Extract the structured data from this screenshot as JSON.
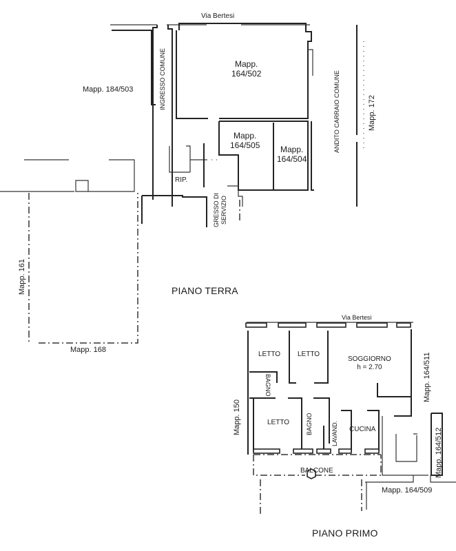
{
  "ground_floor": {
    "title": "PIANO TERRA",
    "street": "Via Bertesi",
    "labels": {
      "mapp_184_503": "Mapp. 184/503",
      "ingresso_comune": "INGRESSO COMUNE",
      "mapp_164_502_line1": "Mapp.",
      "mapp_164_502_line2": "164/502",
      "mapp_164_505_line1": "Mapp.",
      "mapp_164_505_line2": "164/505",
      "mapp_164_504_line1": "Mapp.",
      "mapp_164_504_line2": "164/504",
      "andito_carraio_comune": "ANDITO CARRAIO COMUNE",
      "mapp_172": "Mapp. 172",
      "rip": "RIP.",
      "ingresso_servizio_line1": "GRESSO DI",
      "ingresso_servizio_line2": "SERVIZIO",
      "mapp_161": "Mapp. 161",
      "mapp_168": "Mapp. 168"
    }
  },
  "first_floor": {
    "title": "PIANO PRIMO",
    "street": "Via Bertesi",
    "rooms": {
      "letto_1": "LETTO",
      "letto_2": "LETTO",
      "soggiorno": "SOGGIORNO",
      "soggiorno_height": "h = 2.70",
      "bagno_1": "BAGNO",
      "letto_3": "LETTO",
      "bagno_2": "BAGNO",
      "lavanderia": "LAVAND.",
      "cucina": "CUCINA",
      "balcone": "BALCONE"
    },
    "labels": {
      "mapp_150": "Mapp. 150",
      "mapp_164_511": "Mapp. 164/511",
      "mapp_164_512": "Mapp. 164/512",
      "mapp_164_509": "Mapp. 164/509"
    }
  }
}
